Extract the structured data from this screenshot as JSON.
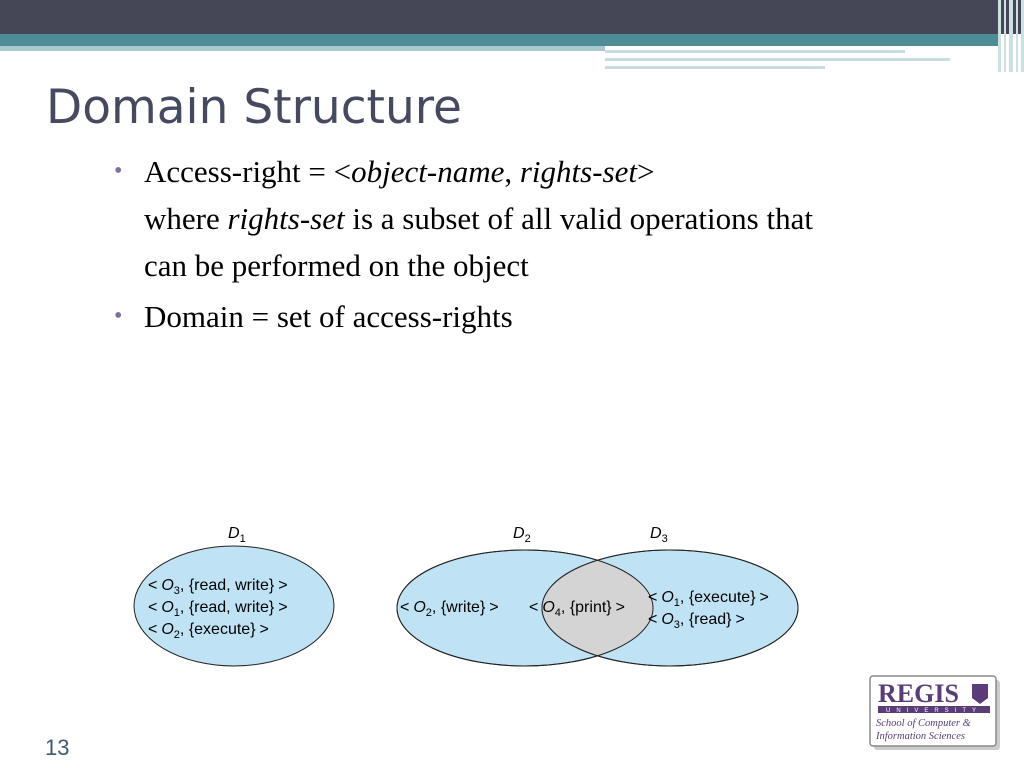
{
  "slide": {
    "title": "Domain Structure",
    "page_number": "13"
  },
  "bullets": [
    {
      "prefix": "Access-right = <",
      "italic1": "object-name",
      "mid": ", ",
      "italic2": "rights-set",
      "suffix": ">",
      "line2_prefix": "where ",
      "line2_italic": "rights-set",
      "line2_suffix": " is a subset of all valid operations that can be performed on the object"
    },
    {
      "text": "Domain = set of access-rights"
    }
  ],
  "diagram": {
    "d1": {
      "label": "D",
      "sub": "1",
      "entries": [
        {
          "obj": "O",
          "sub": "3",
          "rights": ", {read, write}"
        },
        {
          "obj": "O",
          "sub": "1",
          "rights": ", {read, write}"
        },
        {
          "obj": "O",
          "sub": "2",
          "rights": ", {execute}"
        }
      ]
    },
    "d2": {
      "label": "D",
      "sub": "2",
      "entry": {
        "obj": "O",
        "sub": "2",
        "rights": ", {write}"
      }
    },
    "d3": {
      "label": "D",
      "sub": "3",
      "entries": [
        {
          "obj": "O",
          "sub": "1",
          "rights": ", {execute}"
        },
        {
          "obj": "O",
          "sub": "3",
          "rights": ", {read}"
        }
      ]
    },
    "shared": {
      "obj": "O",
      "sub": "4",
      "rights": ", {print}"
    },
    "lt": "<",
    "gt": ">"
  },
  "logo": {
    "name": "REGIS",
    "university": "UNIVERSITY",
    "line1": "School of Computer &",
    "line2": "Information Sciences"
  },
  "colors": {
    "header_dark": "#454756",
    "header_teal": "#4e8c96",
    "title": "#464a60",
    "ellipse_fill": "#bfe3f5",
    "intersection_fill": "#d4d4d4",
    "logo_purple": "#5a3d78"
  }
}
